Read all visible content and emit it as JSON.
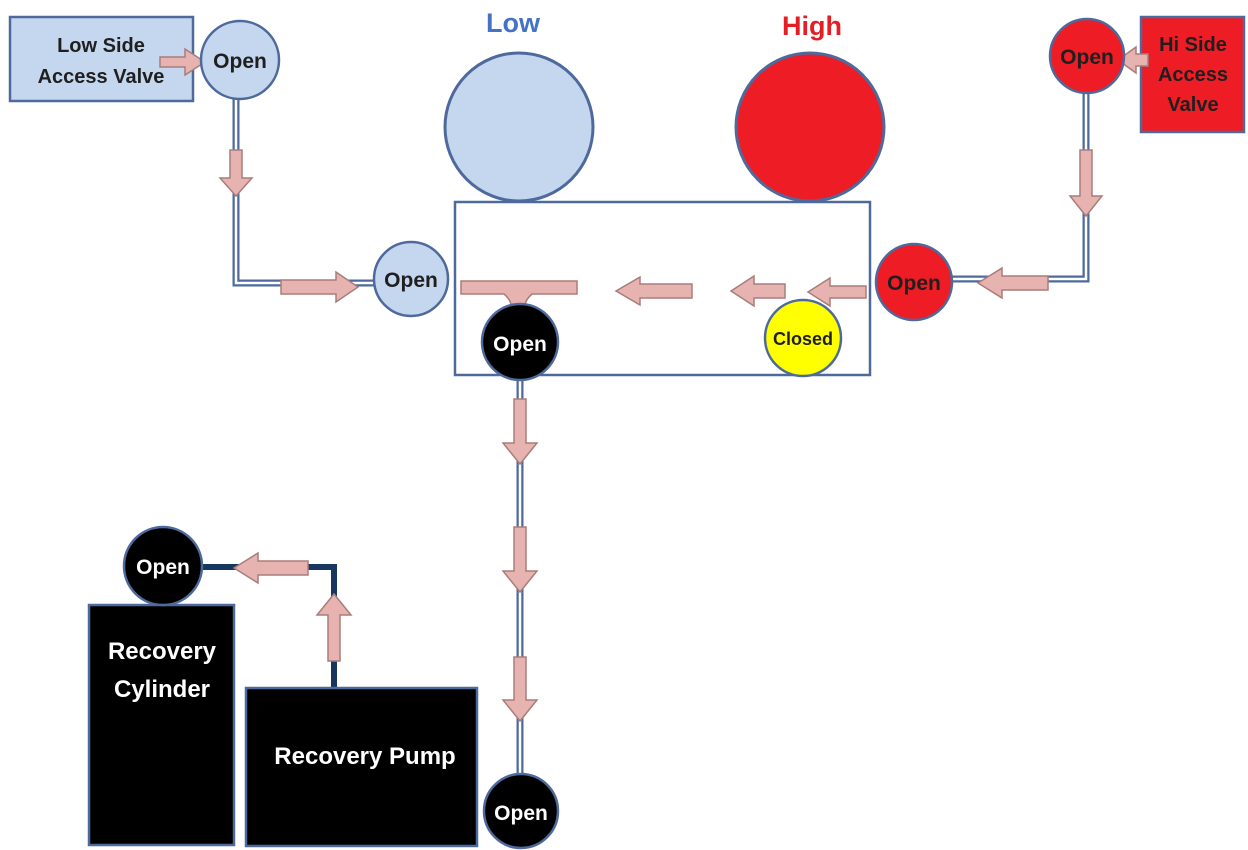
{
  "gauges": {
    "low": {
      "label": "Low",
      "color": "#4472c4",
      "fill": "#c5d7ee"
    },
    "high": {
      "label": "High",
      "color": "#e31e24",
      "fill": "#ee1c24"
    }
  },
  "access_valves": {
    "low_side": {
      "line1": "Low Side",
      "line2": "Access Valve"
    },
    "hi_side": {
      "line1": "Hi Side",
      "line2": "Access",
      "line3": "Valve"
    }
  },
  "valves": {
    "low_access": "Open",
    "hi_access": "Open",
    "manifold_low_inlet": "Open",
    "manifold_high_inlet": "Open",
    "manifold_center": "Open",
    "manifold_high": "Closed",
    "pump_inlet": "Open",
    "cylinder": "Open"
  },
  "equipment": {
    "cylinder": {
      "line1": "Recovery",
      "line2": "Cylinder"
    },
    "pump": "Recovery Pump"
  },
  "colors": {
    "low_blue": "#c5d7ee",
    "high_red": "#ee1c24",
    "closed_yellow": "#ffff00",
    "equipment_black": "#000000",
    "outline_blue": "#4e6a9c",
    "arrow_pink": "#e6b3b0"
  }
}
